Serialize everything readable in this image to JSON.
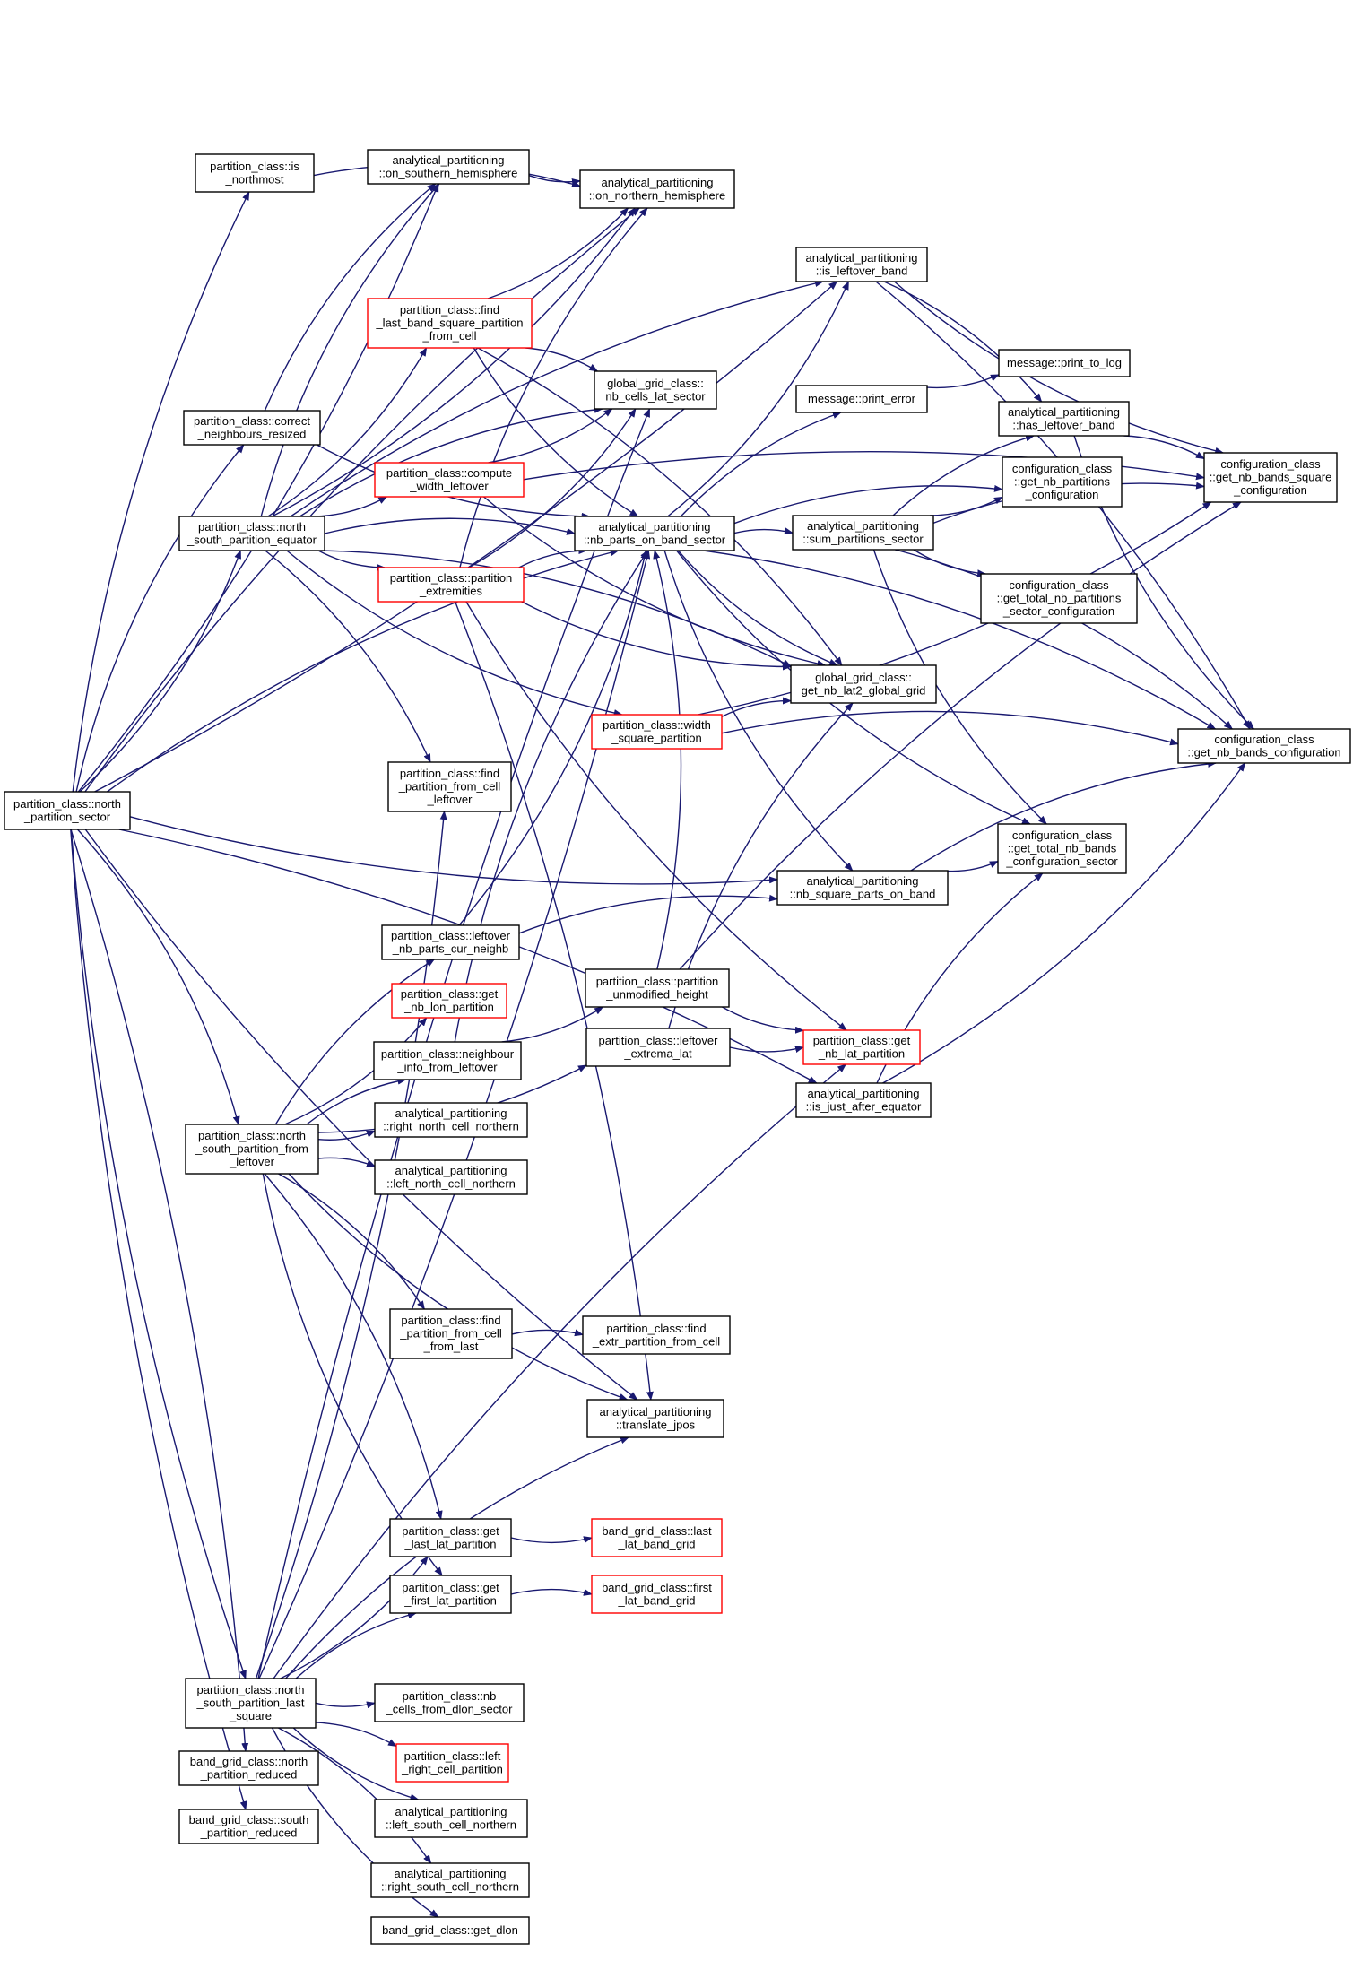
{
  "colors": {
    "edge": "#191970",
    "box_border": "#000000",
    "box_border_truncated": "#ff0000",
    "box_fill": "#ffffff",
    "root_fill": "#bfbfbf"
  },
  "nodes": [
    {
      "id": "root",
      "lines": [
        "partition_class::north",
        "_partition_sector"
      ],
      "style": "root"
    },
    {
      "id": "is_northmost",
      "lines": [
        "partition_class::is",
        "_northmost"
      ],
      "style": "normal"
    },
    {
      "id": "on_southern",
      "lines": [
        "analytical_partitioning",
        "::on_southern_hemisphere"
      ],
      "style": "normal"
    },
    {
      "id": "on_northern",
      "lines": [
        "analytical_partitioning",
        "::on_northern_hemisphere"
      ],
      "style": "normal"
    },
    {
      "id": "is_leftover_band",
      "lines": [
        "analytical_partitioning",
        "::is_leftover_band"
      ],
      "style": "normal"
    },
    {
      "id": "find_last_band",
      "lines": [
        "partition_class::find",
        "_last_band_square_partition",
        "_from_cell"
      ],
      "style": "red"
    },
    {
      "id": "nb_cells_lat_sector",
      "lines": [
        "global_grid_class::",
        "nb_cells_lat_sector"
      ],
      "style": "normal"
    },
    {
      "id": "print_to_log",
      "lines": [
        "message::print_to_log"
      ],
      "style": "normal"
    },
    {
      "id": "print_error",
      "lines": [
        "message::print_error"
      ],
      "style": "normal"
    },
    {
      "id": "has_leftover_band",
      "lines": [
        "analytical_partitioning",
        "::has_leftover_band"
      ],
      "style": "normal"
    },
    {
      "id": "get_nb_bands_square",
      "lines": [
        "configuration_class",
        "::get_nb_bands_square",
        "_configuration"
      ],
      "style": "normal"
    },
    {
      "id": "correct_neighbours",
      "lines": [
        "partition_class::correct",
        "_neighbours_resized"
      ],
      "style": "normal"
    },
    {
      "id": "compute_width",
      "lines": [
        "partition_class::compute",
        "_width_leftover"
      ],
      "style": "red"
    },
    {
      "id": "get_nb_partitions_conf",
      "lines": [
        "configuration_class",
        "::get_nb_partitions",
        "_configuration"
      ],
      "style": "normal"
    },
    {
      "id": "ns_equator",
      "lines": [
        "partition_class::north",
        "_south_partition_equator"
      ],
      "style": "normal"
    },
    {
      "id": "nb_parts_on_band_sector",
      "lines": [
        "analytical_partitioning",
        "::nb_parts_on_band_sector"
      ],
      "style": "normal"
    },
    {
      "id": "sum_partitions_sector",
      "lines": [
        "analytical_partitioning",
        "::sum_partitions_sector"
      ],
      "style": "normal"
    },
    {
      "id": "partition_extremities",
      "lines": [
        "partition_class::partition",
        "_extremities"
      ],
      "style": "red"
    },
    {
      "id": "get_total_nb_partitions_sector",
      "lines": [
        "configuration_class",
        "::get_total_nb_partitions",
        "_sector_configuration"
      ],
      "style": "normal"
    },
    {
      "id": "get_nb_lat2",
      "lines": [
        "global_grid_class::",
        "get_nb_lat2_global_grid"
      ],
      "style": "normal"
    },
    {
      "id": "width_square",
      "lines": [
        "partition_class::width",
        "_square_partition"
      ],
      "style": "red"
    },
    {
      "id": "get_nb_bands_conf",
      "lines": [
        "configuration_class",
        "::get_nb_bands_configuration"
      ],
      "style": "normal"
    },
    {
      "id": "find_from_cell_leftover",
      "lines": [
        "partition_class::find",
        "_partition_from_cell",
        "_leftover"
      ],
      "style": "normal"
    },
    {
      "id": "get_total_nb_bands",
      "lines": [
        "configuration_class",
        "::get_total_nb_bands",
        "_configuration_sector"
      ],
      "style": "normal"
    },
    {
      "id": "nb_square_parts",
      "lines": [
        "analytical_partitioning",
        "::nb_square_parts_on_band"
      ],
      "style": "normal"
    },
    {
      "id": "leftover_nb_parts",
      "lines": [
        "partition_class::leftover",
        "_nb_parts_cur_neighb"
      ],
      "style": "normal"
    },
    {
      "id": "partition_unmodified",
      "lines": [
        "partition_class::partition",
        "_unmodified_height"
      ],
      "style": "normal"
    },
    {
      "id": "get_nb_lon",
      "lines": [
        "partition_class::get",
        "_nb_lon_partition"
      ],
      "style": "red"
    },
    {
      "id": "leftover_extrema",
      "lines": [
        "partition_class::leftover",
        "_extrema_lat"
      ],
      "style": "normal"
    },
    {
      "id": "get_nb_lat",
      "lines": [
        "partition_class::get",
        "_nb_lat_partition"
      ],
      "style": "red"
    },
    {
      "id": "neighbour_info",
      "lines": [
        "partition_class::neighbour",
        "_info_from_leftover"
      ],
      "style": "normal"
    },
    {
      "id": "is_just_after",
      "lines": [
        "analytical_partitioning",
        "::is_just_after_equator"
      ],
      "style": "normal"
    },
    {
      "id": "right_north",
      "lines": [
        "analytical_partitioning",
        "::right_north_cell_northern"
      ],
      "style": "normal"
    },
    {
      "id": "ns_from_leftover",
      "lines": [
        "partition_class::north",
        "_south_partition_from",
        "_leftover"
      ],
      "style": "normal"
    },
    {
      "id": "left_north",
      "lines": [
        "analytical_partitioning",
        "::left_north_cell_northern"
      ],
      "style": "normal"
    },
    {
      "id": "find_from_cell_last",
      "lines": [
        "partition_class::find",
        "_partition_from_cell",
        "_from_last"
      ],
      "style": "normal"
    },
    {
      "id": "find_extr",
      "lines": [
        "partition_class::find",
        "_extr_partition_from_cell"
      ],
      "style": "normal"
    },
    {
      "id": "translate_jpos",
      "lines": [
        "analytical_partitioning",
        "::translate_jpos"
      ],
      "style": "normal"
    },
    {
      "id": "get_last_lat",
      "lines": [
        "partition_class::get",
        "_last_lat_partition"
      ],
      "style": "normal"
    },
    {
      "id": "last_lat_band",
      "lines": [
        "band_grid_class::last",
        "_lat_band_grid"
      ],
      "style": "red"
    },
    {
      "id": "get_first_lat",
      "lines": [
        "partition_class::get",
        "_first_lat_partition"
      ],
      "style": "normal"
    },
    {
      "id": "first_lat_band",
      "lines": [
        "band_grid_class::first",
        "_lat_band_grid"
      ],
      "style": "red"
    },
    {
      "id": "ns_last_square",
      "lines": [
        "partition_class::north",
        "_south_partition_last",
        "_square"
      ],
      "style": "normal"
    },
    {
      "id": "nb_cells_from_dlon",
      "lines": [
        "partition_class::nb",
        "_cells_from_dlon_sector"
      ],
      "style": "normal"
    },
    {
      "id": "left_right_cell",
      "lines": [
        "partition_class::left",
        "_right_cell_partition"
      ],
      "style": "red"
    },
    {
      "id": "band_north_reduced",
      "lines": [
        "band_grid_class::north",
        "_partition_reduced"
      ],
      "style": "normal"
    },
    {
      "id": "left_south",
      "lines": [
        "analytical_partitioning",
        "::left_south_cell_northern"
      ],
      "style": "normal"
    },
    {
      "id": "band_south_reduced",
      "lines": [
        "band_grid_class::south",
        "_partition_reduced"
      ],
      "style": "normal"
    },
    {
      "id": "right_south",
      "lines": [
        "analytical_partitioning",
        "::right_south_cell_northern"
      ],
      "style": "normal"
    },
    {
      "id": "get_dlon",
      "lines": [
        "band_grid_class::get_dlon"
      ],
      "style": "normal"
    }
  ],
  "edges": [
    [
      "root",
      "is_northmost"
    ],
    [
      "root",
      "on_southern"
    ],
    [
      "root",
      "on_northern"
    ],
    [
      "root",
      "is_leftover_band"
    ],
    [
      "root",
      "correct_neighbours"
    ],
    [
      "root",
      "ns_equator"
    ],
    [
      "root",
      "nb_parts_on_band_sector"
    ],
    [
      "root",
      "nb_square_parts"
    ],
    [
      "root",
      "ns_from_leftover"
    ],
    [
      "root",
      "translate_jpos"
    ],
    [
      "root",
      "is_just_after"
    ],
    [
      "root",
      "ns_last_square"
    ],
    [
      "root",
      "band_north_reduced"
    ],
    [
      "root",
      "band_south_reduced"
    ],
    [
      "is_northmost",
      "on_northern"
    ],
    [
      "on_southern",
      "on_northern"
    ],
    [
      "correct_neighbours",
      "on_southern"
    ],
    [
      "correct_neighbours",
      "nb_parts_on_band_sector"
    ],
    [
      "ns_equator",
      "on_southern"
    ],
    [
      "ns_equator",
      "on_northern"
    ],
    [
      "ns_equator",
      "is_leftover_band"
    ],
    [
      "ns_equator",
      "find_last_band"
    ],
    [
      "ns_equator",
      "nb_cells_lat_sector"
    ],
    [
      "ns_equator",
      "compute_width"
    ],
    [
      "ns_equator",
      "nb_parts_on_band_sector"
    ],
    [
      "ns_equator",
      "partition_extremities"
    ],
    [
      "ns_equator",
      "get_nb_lat2"
    ],
    [
      "ns_equator",
      "width_square"
    ],
    [
      "ns_equator",
      "find_from_cell_leftover"
    ],
    [
      "find_last_band",
      "on_northern"
    ],
    [
      "find_last_band",
      "nb_cells_lat_sector"
    ],
    [
      "find_last_band",
      "nb_parts_on_band_sector"
    ],
    [
      "find_last_band",
      "get_nb_lat2"
    ],
    [
      "compute_width",
      "nb_cells_lat_sector"
    ],
    [
      "compute_width",
      "get_nb_bands_square"
    ],
    [
      "compute_width",
      "get_nb_lat2"
    ],
    [
      "partition_extremities",
      "on_northern"
    ],
    [
      "partition_extremities",
      "nb_cells_lat_sector"
    ],
    [
      "partition_extremities",
      "nb_parts_on_band_sector"
    ],
    [
      "partition_extremities",
      "get_nb_lat2"
    ],
    [
      "partition_extremities",
      "translate_jpos"
    ],
    [
      "partition_extremities",
      "get_nb_lat"
    ],
    [
      "is_leftover_band",
      "has_leftover_band"
    ],
    [
      "is_leftover_band",
      "get_nb_bands_square"
    ],
    [
      "is_leftover_band",
      "get_nb_bands_conf"
    ],
    [
      "print_error",
      "print_to_log"
    ],
    [
      "has_leftover_band",
      "get_nb_bands_square"
    ],
    [
      "has_leftover_band",
      "get_nb_bands_conf"
    ],
    [
      "nb_parts_on_band_sector",
      "print_error"
    ],
    [
      "nb_parts_on_band_sector",
      "is_leftover_band"
    ],
    [
      "nb_parts_on_band_sector",
      "sum_partitions_sector"
    ],
    [
      "nb_parts_on_band_sector",
      "nb_square_parts"
    ],
    [
      "nb_parts_on_band_sector",
      "get_nb_bands_conf"
    ],
    [
      "nb_parts_on_band_sector",
      "get_total_nb_bands"
    ],
    [
      "nb_parts_on_band_sector",
      "get_nb_partitions_conf"
    ],
    [
      "nb_parts_on_band_sector",
      "get_nb_lat2"
    ],
    [
      "sum_partitions_sector",
      "has_leftover_band"
    ],
    [
      "sum_partitions_sector",
      "get_nb_partitions_conf"
    ],
    [
      "sum_partitions_sector",
      "get_nb_bands_square"
    ],
    [
      "sum_partitions_sector",
      "get_total_nb_partitions_sector"
    ],
    [
      "sum_partitions_sector",
      "get_nb_bands_conf"
    ],
    [
      "sum_partitions_sector",
      "get_total_nb_bands"
    ],
    [
      "width_square",
      "get_nb_lat2"
    ],
    [
      "width_square",
      "get_nb_bands_square"
    ],
    [
      "width_square",
      "get_nb_bands_conf"
    ],
    [
      "nb_square_parts",
      "get_total_nb_bands"
    ],
    [
      "nb_square_parts",
      "get_nb_bands_conf"
    ],
    [
      "leftover_nb_parts",
      "nb_parts_on_band_sector"
    ],
    [
      "leftover_nb_parts",
      "nb_square_parts"
    ],
    [
      "partition_unmodified",
      "nb_parts_on_band_sector"
    ],
    [
      "partition_unmodified",
      "get_nb_bands_square"
    ],
    [
      "partition_unmodified",
      "get_nb_lat"
    ],
    [
      "leftover_extrema",
      "get_nb_lat2"
    ],
    [
      "leftover_extrema",
      "get_nb_lat"
    ],
    [
      "neighbour_info",
      "nb_parts_on_band_sector"
    ],
    [
      "neighbour_info",
      "partition_unmodified"
    ],
    [
      "is_just_after",
      "get_total_nb_bands"
    ],
    [
      "is_just_after",
      "get_nb_bands_conf"
    ],
    [
      "ns_from_leftover",
      "leftover_nb_parts"
    ],
    [
      "ns_from_leftover",
      "get_nb_lon"
    ],
    [
      "ns_from_leftover",
      "neighbour_info"
    ],
    [
      "ns_from_leftover",
      "right_north"
    ],
    [
      "ns_from_leftover",
      "left_north"
    ],
    [
      "ns_from_leftover",
      "leftover_extrema"
    ],
    [
      "ns_from_leftover",
      "find_from_cell_last"
    ],
    [
      "ns_from_leftover",
      "translate_jpos"
    ],
    [
      "ns_from_leftover",
      "get_last_lat"
    ],
    [
      "ns_from_leftover",
      "get_first_lat"
    ],
    [
      "find_from_cell_last",
      "find_extr"
    ],
    [
      "get_last_lat",
      "last_lat_band"
    ],
    [
      "get_first_lat",
      "first_lat_band"
    ],
    [
      "ns_last_square",
      "find_from_cell_leftover"
    ],
    [
      "ns_last_square",
      "nb_cells_lat_sector"
    ],
    [
      "ns_last_square",
      "nb_parts_on_band_sector"
    ],
    [
      "ns_last_square",
      "translate_jpos"
    ],
    [
      "ns_last_square",
      "get_last_lat"
    ],
    [
      "ns_last_square",
      "get_first_lat"
    ],
    [
      "ns_last_square",
      "nb_cells_from_dlon"
    ],
    [
      "ns_last_square",
      "left_right_cell"
    ],
    [
      "ns_last_square",
      "left_south"
    ],
    [
      "ns_last_square",
      "right_south"
    ],
    [
      "ns_last_square",
      "get_dlon"
    ],
    [
      "ns_last_square",
      "get_nb_lat"
    ]
  ]
}
